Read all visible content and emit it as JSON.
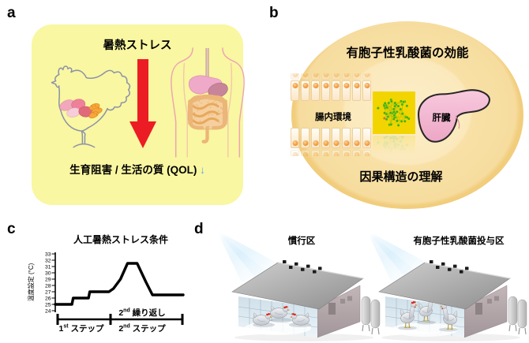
{
  "figure": {
    "panel_a_label": "a",
    "panel_b_label": "b",
    "panel_c_label": "c",
    "panel_d_label": "d"
  },
  "panel_a": {
    "title": "暑熱ストレス",
    "caption": "生育阻害 / 生活の質 (QOL)",
    "caption_arrow": "↓"
  },
  "panel_b": {
    "title": "有胞子性乳酸菌の効能",
    "gut_label": "腸内環境",
    "liver_label": "肝臓",
    "caption": "因果構造の理解"
  },
  "panel_c": {
    "title": "人工暑熱ストレス条件",
    "step1": {
      "num": "1",
      "sup": "st",
      "rest": " ステップ"
    },
    "step2": {
      "num": "2",
      "sup": "nd",
      "rest": " ステップ"
    },
    "repeat": {
      "num": "2",
      "sup": "nd",
      "rest": " 繰り返し"
    }
  },
  "panel_d": {
    "left_label": "慣行区",
    "right_label": "有胞子性乳酸菌投与区"
  },
  "chart_data": {
    "type": "line",
    "title": "人工暑熱ストレス条件",
    "ylabel": "温度設定 (°C)",
    "ylim": [
      24,
      33
    ],
    "yticks": [
      24,
      25,
      26,
      27,
      28,
      29,
      30,
      31,
      32,
      33
    ],
    "xlim": [
      0,
      10
    ],
    "grid": false,
    "x_sections": [
      "1st ステップ",
      "2nd ステップ"
    ],
    "annotation": "2nd 繰り返し",
    "series": [
      {
        "name": "温度設定",
        "points": [
          [
            0,
            25
          ],
          [
            1.3,
            25
          ],
          [
            1.4,
            26
          ],
          [
            2.6,
            26
          ],
          [
            2.7,
            27
          ],
          [
            4.2,
            27
          ],
          [
            4.55,
            27.5
          ],
          [
            5.1,
            29
          ],
          [
            5.65,
            31.5
          ],
          [
            6.4,
            31.5
          ],
          [
            7.1,
            28.5
          ],
          [
            7.6,
            26.5
          ],
          [
            10,
            26.5
          ]
        ]
      }
    ]
  },
  "colors": {
    "panel_a_bg": "#f9f7a1",
    "stress_arrow_red": "#ec1c24",
    "qol_arrow_blue": "#4fa8e8",
    "circle_outer": "#efc973",
    "circle_inner": "#fceeca",
    "network_bg": "#f2d500",
    "network_node_green": "#3fae1c",
    "network_node_red": "#e0654f",
    "liver_pink": "#f4bad2",
    "cell_nucleus_orange": "#ef8f2a",
    "chart_line": "#000000"
  }
}
